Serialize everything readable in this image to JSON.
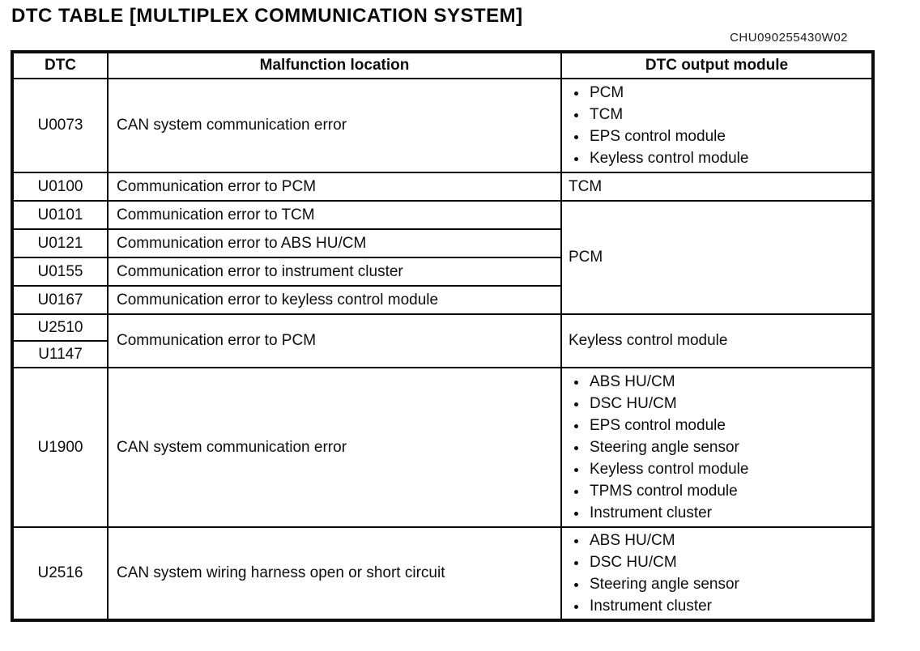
{
  "page": {
    "title": "DTC TABLE [MULTIPLEX COMMUNICATION SYSTEM]",
    "reference_code": "CHU090255430W02"
  },
  "table": {
    "columns": {
      "dtc": "DTC",
      "location": "Malfunction location",
      "output": "DTC output module"
    },
    "groups": [
      {
        "dtcs": [
          "U0073"
        ],
        "location": "CAN system communication error",
        "output": {
          "type": "bullets",
          "items": [
            "PCM",
            "TCM",
            "EPS control module",
            "Keyless control module"
          ]
        }
      },
      {
        "dtcs": [
          "U0100"
        ],
        "location": "Communication error to PCM",
        "output": {
          "type": "text",
          "items": [
            "TCM"
          ]
        }
      },
      {
        "dtcs": [
          "U0101",
          "U0121",
          "U0155",
          "U0167"
        ],
        "locations": [
          "Communication error to TCM",
          "Communication error to ABS HU/CM",
          "Communication error to instrument cluster",
          "Communication error to keyless control module"
        ],
        "output": {
          "type": "text",
          "items": [
            "PCM"
          ]
        }
      },
      {
        "dtcs": [
          "U2510",
          "U1147"
        ],
        "location": "Communication error to PCM",
        "output": {
          "type": "text",
          "items": [
            "Keyless control module"
          ]
        }
      },
      {
        "dtcs": [
          "U1900"
        ],
        "location": "CAN system communication error",
        "output": {
          "type": "bullets",
          "items": [
            "ABS HU/CM",
            "DSC HU/CM",
            "EPS control module",
            "Steering angle sensor",
            "Keyless control module",
            "TPMS control module",
            "Instrument cluster"
          ]
        }
      },
      {
        "dtcs": [
          "U2516"
        ],
        "location": "CAN system wiring harness open or short circuit",
        "output": {
          "type": "bullets",
          "items": [
            "ABS HU/CM",
            "DSC HU/CM",
            "Steering angle sensor",
            "Instrument cluster"
          ]
        }
      }
    ]
  }
}
